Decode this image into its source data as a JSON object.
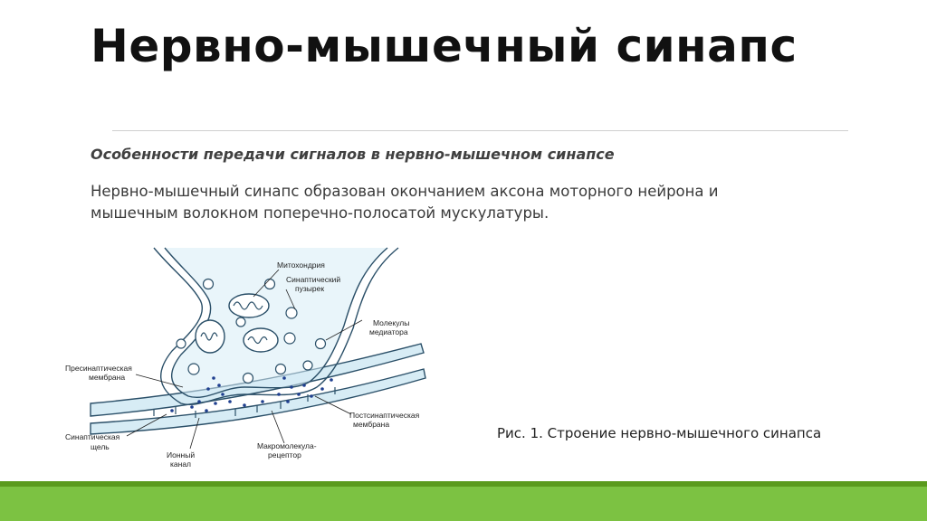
{
  "slide": {
    "title": "Нервно-мышечный синапс",
    "subtitle": "Особенности передачи сигналов в нервно-мышечном синапсе",
    "body": "Нервно-мышечный синапс образован окончанием аксона моторного нейрона и мышечным волокном поперечно-полосатой мускулатуры.",
    "caption": "Рис. 1. Строение нервно-мышечного синапса"
  },
  "figure": {
    "labels": {
      "mitochondria": "Митохондрия",
      "vesicle_1": "Синаптический",
      "vesicle_2": "пузырек",
      "mediator_1": "Молекулы",
      "mediator_2": "медиатора",
      "presyn_1": "Пресинаптическая",
      "presyn_2": "мембрана",
      "postsyn_1": "Постсинаптическая",
      "postsyn_2": "мембрана",
      "cleft_1": "Синаптическая",
      "cleft_2": "щель",
      "channel_1": "Ионный",
      "channel_2": "канал",
      "receptor_1": "Макромолекула-",
      "receptor_2": "рецептор"
    }
  },
  "colors": {
    "membrane_fill": "#d7ecf5",
    "membrane_stroke": "#2a4f68",
    "mediator_dot": "#1f3f8f",
    "accent_green_dark": "#5a9a1d",
    "accent_green_light": "#7cc242"
  }
}
